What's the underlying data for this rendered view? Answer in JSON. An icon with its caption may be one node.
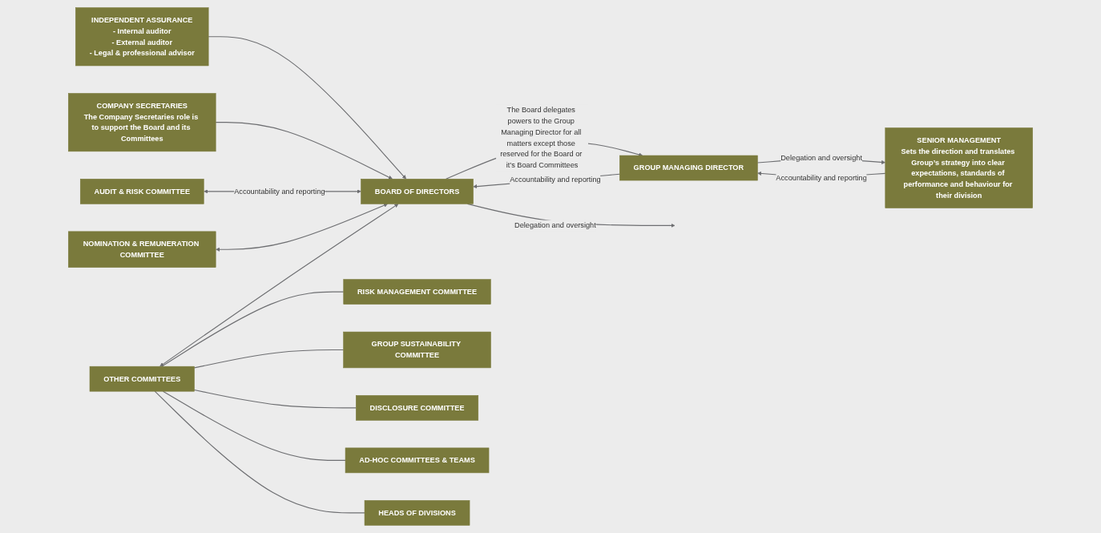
{
  "diagram": {
    "nodes": [
      {
        "text": [
          "BOARD OF DIRECTORS"
        ]
      },
      {
        "text": [
          "GROUP MANAGING DIRECTOR"
        ]
      },
      {
        "text": [
          "INDEPENDENT ASSURANCE",
          "- Internal auditor",
          "- External auditor",
          "- Legal & professional advisor"
        ]
      },
      {
        "text": [
          "COMPANY SECRETARIES",
          "The Company Secretaries role is to support the Board and its Committees"
        ]
      },
      {
        "text": [
          "AUDIT & RISK COMMITTEE"
        ]
      },
      {
        "text": [
          "NOMINATION & REMUNERATION COMMITTEE"
        ]
      },
      {
        "text": [
          "OTHER COMMITTEES"
        ]
      },
      {
        "text": [
          "RISK MANAGEMENT COMMITTEE"
        ]
      },
      {
        "text": [
          "GROUP SUSTAINABILITY COMMITTEE"
        ]
      },
      {
        "text": [
          "DISCLOSURE COMMITTEE"
        ]
      },
      {
        "text": [
          "AD-HOC COMMITTEES & TEAMS"
        ]
      },
      {
        "text": [
          "HEADS OF DIVISIONS"
        ]
      },
      {
        "text": [
          "SENIOR MANAGEMENT",
          "Sets the direction and translates Group’s strategy into clear expectations, standards of performance and behaviour for their division"
        ]
      }
    ],
    "edges": [
      {
        "from": 1,
        "to": 0,
        "arrow": "to",
        "label": "Accountability and reporting"
      },
      {
        "from": 0,
        "to": 1,
        "arrow": "to",
        "label": "The Board delegates powers to the Group Managing Director for all matters except those reserved for the Board or it’s Board Committees"
      },
      {
        "from": 2,
        "to": 0,
        "arrow": "to"
      },
      {
        "from": 3,
        "to": 0,
        "arrow": "to"
      },
      {
        "from": 0,
        "to": null,
        "arrow": "to",
        "label": "Delegation and oversight"
      },
      {
        "from": 4,
        "to": 0,
        "arrow": "both",
        "label": "Accountability and reporting"
      },
      {
        "from": 5,
        "to": 0,
        "arrow": "both"
      },
      {
        "from": 6,
        "to": 0,
        "arrow": "both"
      },
      {
        "from": 6,
        "to": 7,
        "arrow": "none"
      },
      {
        "from": 6,
        "to": 8,
        "arrow": "none"
      },
      {
        "from": 6,
        "to": 9,
        "arrow": "none"
      },
      {
        "from": 6,
        "to": 10,
        "arrow": "none"
      },
      {
        "from": 6,
        "to": 11,
        "arrow": "none"
      },
      {
        "from": 1,
        "to": 12,
        "arrow": "to",
        "label": "Delegation and oversight"
      },
      {
        "from": 12,
        "to": 1,
        "arrow": "to",
        "label": "Accountability and reporting"
      }
    ]
  }
}
